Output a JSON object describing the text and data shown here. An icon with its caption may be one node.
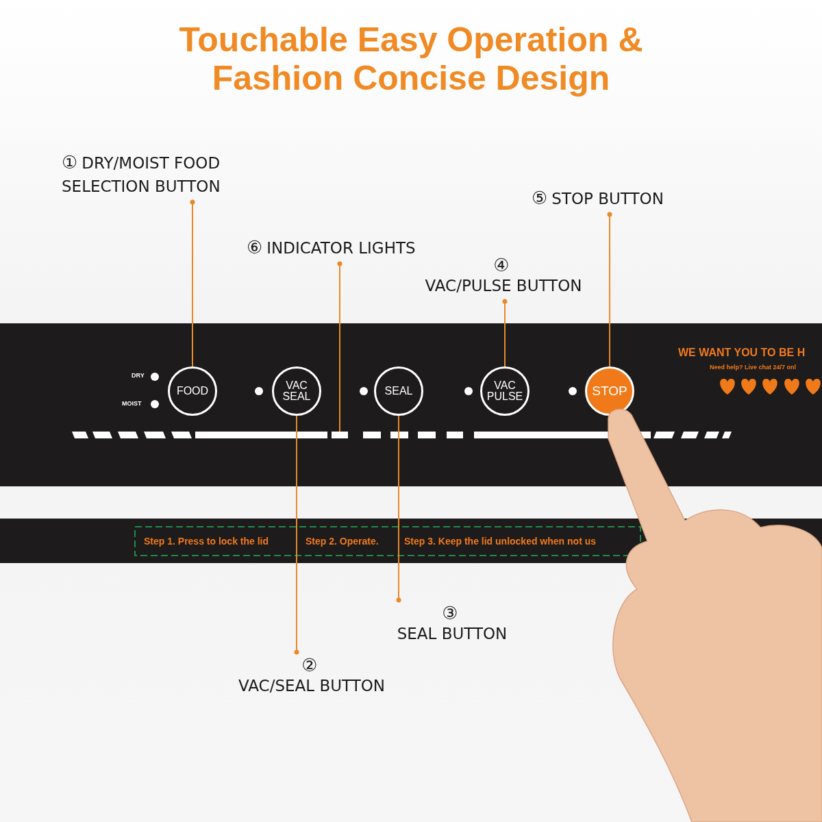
{
  "diagram": {
    "title": "Touchable Easy Operation & Fashion Concise Design",
    "nodes": [
      {
        "text": [
          "①",
          "DRY/MOIST FOOD SELECTION BUTTON"
        ]
      },
      {
        "text": [
          "⑥",
          "INDICATOR LIGHTS"
        ]
      },
      {
        "text": [
          "④",
          "VAC/PULSE BUTTON"
        ]
      },
      {
        "text": [
          "⑤",
          "STOP BUTTON"
        ]
      },
      {
        "text": [
          "FOOD"
        ]
      },
      {
        "text": [
          "VAC SEAL"
        ]
      },
      {
        "text": [
          "SEAL"
        ]
      },
      {
        "text": [
          "VAC PULSE"
        ]
      },
      {
        "text": [
          "STOP"
        ]
      },
      {
        "text": [],
        "shape": "bar"
      },
      {
        "text": [
          "③",
          "SEAL BUTTON"
        ]
      },
      {
        "text": [
          "②",
          "VAC/SEAL BUTTON"
        ]
      }
    ],
    "edges": [
      {
        "from": 0,
        "to": 4,
        "arrow": "other"
      },
      {
        "from": 1,
        "to": 9,
        "arrow": "other"
      },
      {
        "from": 2,
        "to": 7,
        "arrow": "other"
      },
      {
        "from": 3,
        "to": 8,
        "arrow": "other"
      },
      {
        "from": 10,
        "to": 6,
        "arrow": "other"
      },
      {
        "from": 11,
        "to": 5,
        "arrow": "other"
      }
    ],
    "labels": [
      "DRY",
      "MOIST",
      "WE WANT YOU TO BE H",
      "Need help? Live chat 24/7 onl",
      "Step 1. Press to lock the lid",
      "Step 2. Operate.",
      "Step 3. Keep the lid unlocked when not us"
    ]
  }
}
